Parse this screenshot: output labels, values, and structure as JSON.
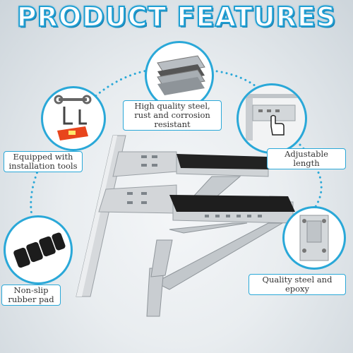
{
  "header": {
    "title": "PRODUCT FEATURES"
  },
  "features": [
    {
      "id": "steel",
      "label": "High quality steel, rust and corrosion resistant"
    },
    {
      "id": "tools",
      "label": "Equipped with installation tools"
    },
    {
      "id": "length",
      "label": "Adjustable length"
    },
    {
      "id": "pad",
      "label": "Non-slip rubber pad"
    },
    {
      "id": "epoxy",
      "label": "Quality steel and epoxy"
    }
  ],
  "colors": {
    "accent": "#2aa8d8",
    "title_fill": "#ffffff"
  },
  "icons": [
    "steel-plates-icon",
    "wrench-icon",
    "hex-key-icon",
    "spirit-level-icon",
    "hand-pointer-icon",
    "rubber-pad-icon",
    "mounting-plate-icon"
  ]
}
